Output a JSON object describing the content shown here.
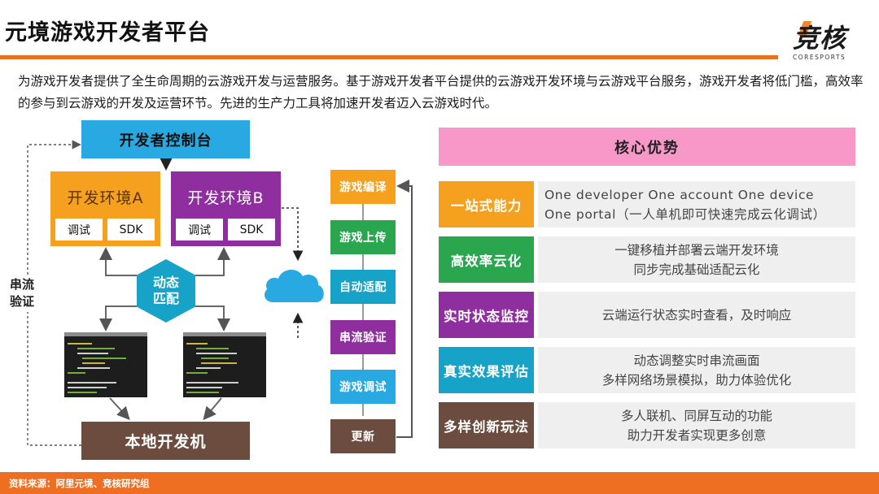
{
  "header": {
    "title": "元境游戏开发者平台",
    "logo": {
      "text": "竞核",
      "sub": "CORESPORTS"
    }
  },
  "intro": "为游戏开发者提供了全生命周期的云游戏开发与运营服务。基于游戏开发者平台提供的云游戏开发环境与云游戏平台服务，游戏开发者将低门槛，高效率的参与到云游戏的开发及运营环节。先进的生产力工具将加速开发者迈入云游戏时代。",
  "diagram": {
    "console": "开发者控制台",
    "env_a": {
      "title": "开发环境A",
      "chips": [
        "调试",
        "SDK"
      ]
    },
    "env_b": {
      "title": "开发环境B",
      "chips": [
        "调试",
        "SDK"
      ]
    },
    "dynamic_match": "动态匹配",
    "local_machine": "本地开发机",
    "side_label": "串流验证",
    "steps": [
      "游戏编译",
      "游戏上传",
      "自动适配",
      "串流验证",
      "游戏调试",
      "更新"
    ]
  },
  "advantages": {
    "header": "核心优势",
    "rows": [
      {
        "label": "一站式能力",
        "color": "#f5a11f",
        "lines": [
          "One developer One account One device",
          "One portal（一人单机即可快速完成云化调试）"
        ]
      },
      {
        "label": "高效率云化",
        "color": "#2aa64f",
        "lines": [
          "一键移植并部署云端开发环境",
          "同步完成基础适配云化"
        ]
      },
      {
        "label": "实时状态监控",
        "color": "#8f2f9f",
        "lines": [
          "云端运行状态实时查看，及时响应"
        ]
      },
      {
        "label": "真实效果评估",
        "color": "#17a2c7",
        "lines": [
          "动态调整实时串流画面",
          "多样网络场景模拟，助力体验优化"
        ]
      },
      {
        "label": "多样创新玩法",
        "color": "#6b4c3e",
        "lines": [
          "多人联机、同屏互动的功能",
          "助力开发者实现更多创意"
        ]
      }
    ]
  },
  "footer": {
    "source": "资料来源：阿里元境、竞核研究组"
  },
  "colors": {
    "accent": "#e8711f",
    "footer": "#ef6f22"
  },
  "icons": [
    "cloud-icon",
    "code-screen-icon"
  ]
}
